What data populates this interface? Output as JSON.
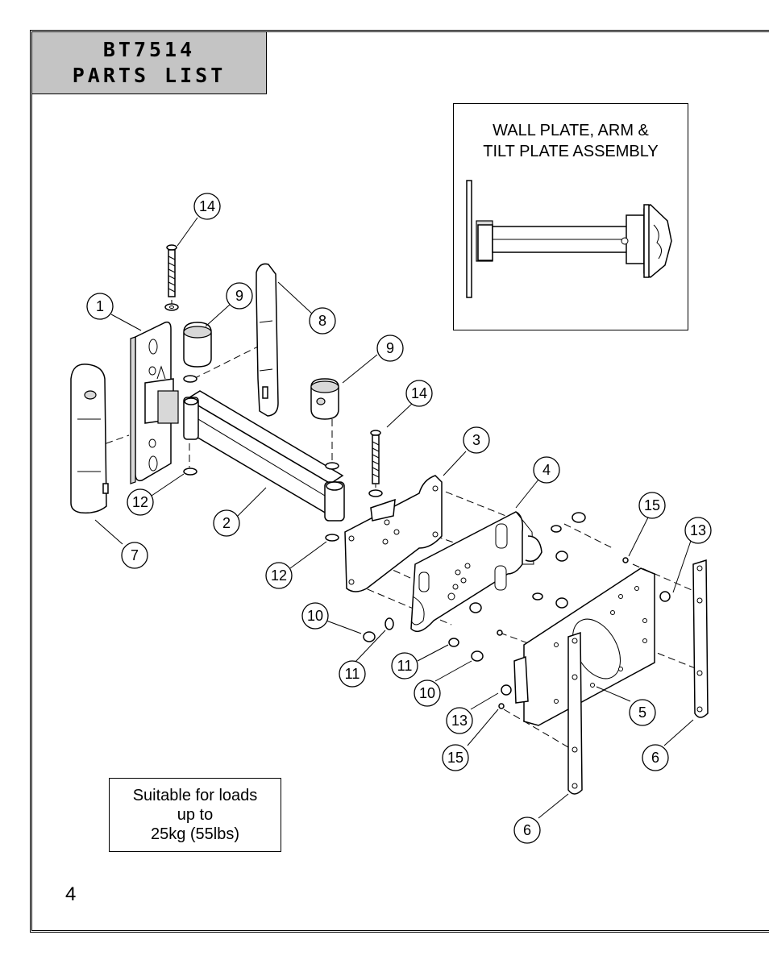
{
  "header": {
    "model": "BT7514",
    "title": "PARTS LIST"
  },
  "inset": {
    "title": "WALL PLATE, ARM &\nTILT PLATE ASSEMBLY"
  },
  "load_note": "Suitable for loads\nup to\n25kg (55lbs)",
  "page_number": "4",
  "callouts": [
    "14",
    "1",
    "9",
    "8",
    "9",
    "14",
    "3",
    "4",
    "15",
    "13",
    "12",
    "2",
    "7",
    "12",
    "10",
    "11",
    "11",
    "10",
    "5",
    "13",
    "15",
    "6",
    "6"
  ]
}
